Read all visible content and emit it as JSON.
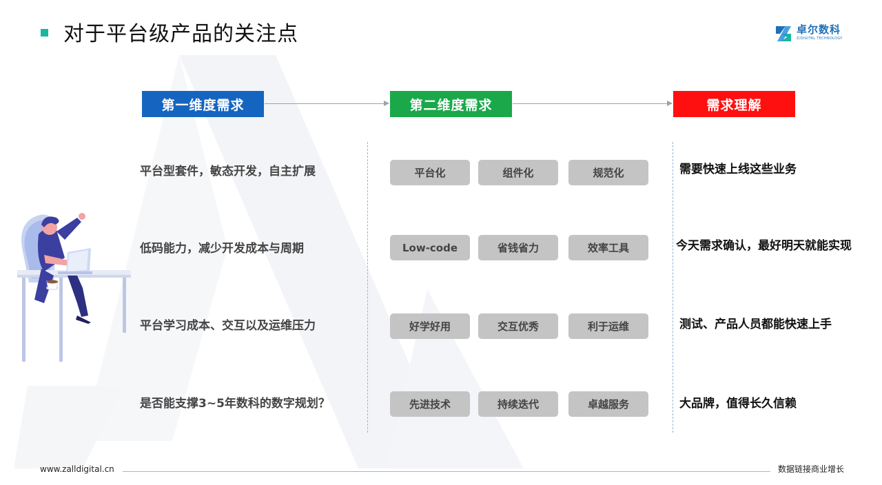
{
  "title": "对于平台级产品的关注点",
  "logo": {
    "name_cn": "卓尔数科",
    "name_en": "Z/DIGITAL TECHNOLOGY",
    "color": "#1e6fb8"
  },
  "headers": [
    {
      "label": "第一维度需求",
      "color": "#1565c0"
    },
    {
      "label": "第二维度需求",
      "color": "#1aa84a"
    },
    {
      "label": "需求理解",
      "color": "#ff1010"
    }
  ],
  "rows": [
    {
      "need": "平台型套件，敏态开发，自主扩展",
      "tags": [
        "平台化",
        "组件化",
        "规范化"
      ],
      "understanding": "需要快速上线这些业务"
    },
    {
      "need": "低码能力，减少开发成本与周期",
      "tags": [
        "Low-code",
        "省钱省力",
        "效率工具"
      ],
      "understanding": "今天需求确认，最好明天就能实现"
    },
    {
      "need": "平台学习成本、交互以及运维压力",
      "tags": [
        "好学好用",
        "交互优秀",
        "利于运维"
      ],
      "understanding": "测试、产品人员都能快速上手"
    },
    {
      "need": "是否能支撑3~5年数科的数字规划？",
      "tags": [
        "先进技术",
        "持续迭代",
        "卓越服务"
      ],
      "understanding": "大品牌，值得长久信赖"
    }
  ],
  "footer": {
    "url": "www.zalldigital.cn",
    "slogan": "数据链接商业增长"
  },
  "accent_color": "#19b6a2"
}
